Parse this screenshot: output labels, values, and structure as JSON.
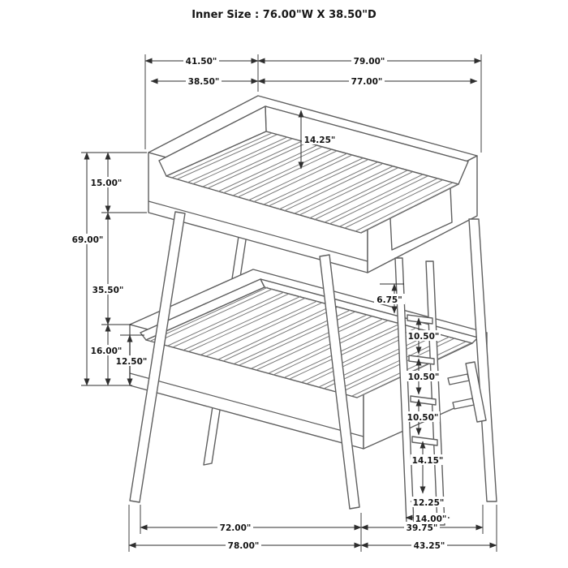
{
  "title": "Inner Size : 76.00\"W X 38.50\"D",
  "dims": {
    "top_width_outer": "41.50\"",
    "top_length_outer": "79.00\"",
    "top_width_inner": "38.50\"",
    "top_length_inner": "77.00\"",
    "rail_to_slat_depth": "14.25\"",
    "upper_rail_height": "15.00\"",
    "overall_height": "69.00\"",
    "bunk_gap_height": "35.50\"",
    "lower_section_height": "16.00\"",
    "lower_slat_to_base": "12.50\"",
    "ladder_top_spacing": "6.75\"",
    "rung_spacing_1": "10.50\"",
    "rung_spacing_2": "10.50\"",
    "rung_spacing_3": "10.50\"",
    "ladder_bottom_spacing": "14.15\"",
    "ladder_width_inner": "12.25\"",
    "ladder_width_outer": "14.00\"",
    "floor_length_inner": "72.00\"",
    "floor_length_outer": "78.00\"",
    "floor_depth_inner": "39.75\"",
    "floor_depth_outer": "43.25\""
  }
}
